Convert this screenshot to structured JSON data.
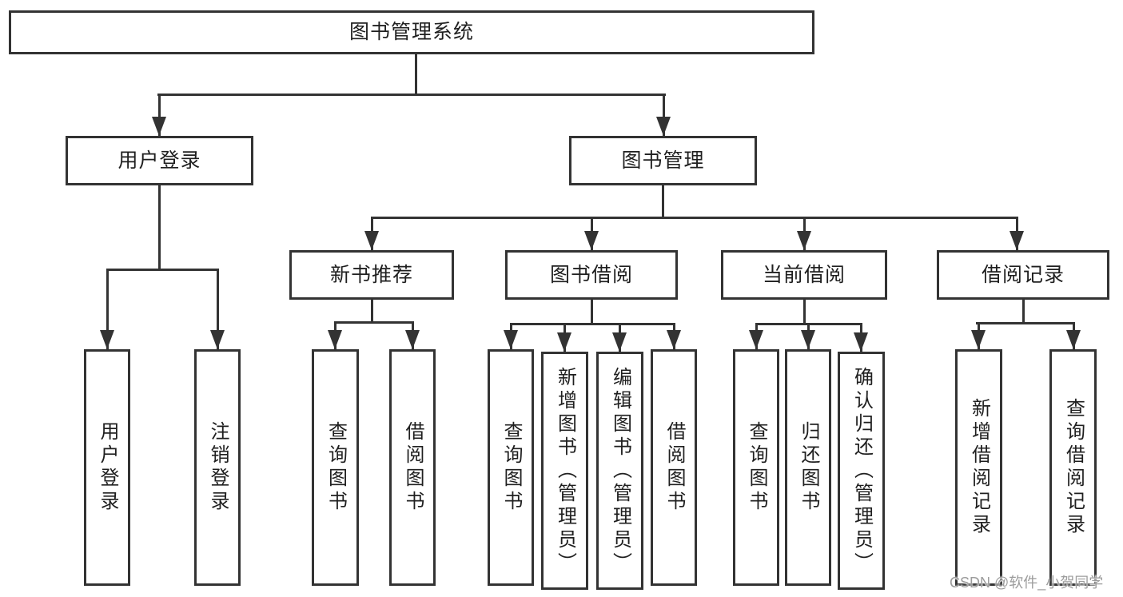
{
  "title": "图书管理系统",
  "colors": {
    "line": "#333333",
    "box_border": "#333333",
    "text": "#1f1f1f",
    "background": "#ffffff",
    "watermark": "#9c9c9c"
  },
  "watermark": {
    "text": "CSDN @软件_小贺同学"
  },
  "tree": {
    "root": {
      "label": "图书管理系统"
    },
    "children": [
      {
        "label": "用户登录",
        "children": [
          {
            "label": "用户登录"
          },
          {
            "label": "注销登录"
          }
        ]
      },
      {
        "label": "图书管理",
        "children": [
          {
            "label": "新书推荐",
            "children": [
              {
                "label": "查询图书"
              },
              {
                "label": "借阅图书"
              }
            ]
          },
          {
            "label": "图书借阅",
            "children": [
              {
                "label": "查询图书"
              },
              {
                "label": "新增图书（管理员）"
              },
              {
                "label": "编辑图书（管理员）"
              },
              {
                "label": "借阅图书"
              }
            ]
          },
          {
            "label": "当前借阅",
            "children": [
              {
                "label": "查询图书"
              },
              {
                "label": "归还图书"
              },
              {
                "label": "确认归还（管理员）"
              }
            ]
          },
          {
            "label": "借阅记录",
            "children": [
              {
                "label": "新增借阅记录"
              },
              {
                "label": "查询借阅记录"
              }
            ]
          }
        ]
      }
    ]
  }
}
